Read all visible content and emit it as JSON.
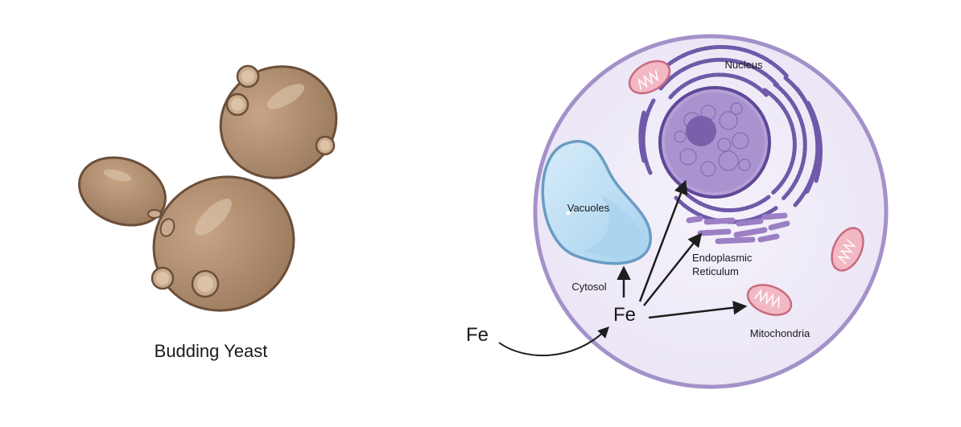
{
  "left_panel": {
    "caption": "Budding Yeast"
  },
  "right_panel": {
    "labels": {
      "nucleus": "Nucleus",
      "vacuoles": "Vacuoles",
      "cytosol": "Cytosol",
      "endoplasmic_reticulum_line1": "Endoplasmic",
      "endoplasmic_reticulum_line2": "Reticulum",
      "mitochondria": "Mitochondria",
      "fe_inside": "Fe",
      "fe_outside": "Fe"
    }
  },
  "colors": {
    "yeast_fill": "#a9876a",
    "yeast_stroke": "#6b4f3a",
    "cell_fill": "#f1edf8",
    "cell_stroke": "#a491c9",
    "nucleus_fill": "#9d84c4",
    "nucleolus_fill": "#7a5fab",
    "er_color": "#6f59a8",
    "vacuole_fill": "#bcdff4",
    "vacuole_stroke": "#6a9cc4",
    "mito_fill": "#f2b9c4",
    "mito_stroke": "#c96b80",
    "arrow": "#1e1e1e"
  }
}
